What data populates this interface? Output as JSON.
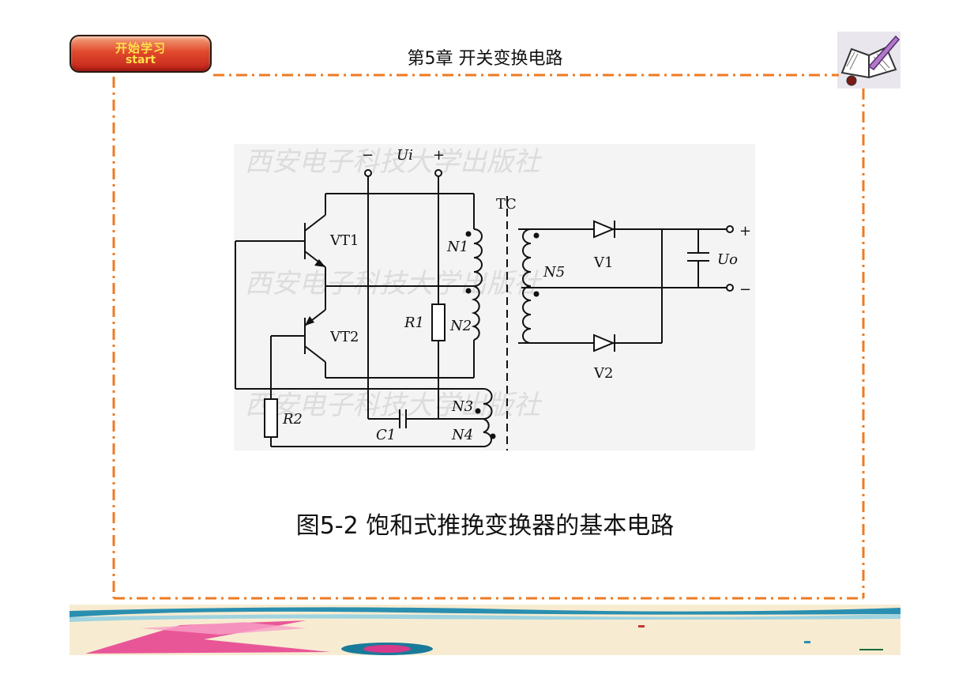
{
  "header": {
    "start_button": {
      "line1": "开始学习",
      "line2": "start"
    },
    "chapter_title": "第5章   开关变换电路",
    "book_icon": "book-quill-icon"
  },
  "diagram": {
    "labels": {
      "minus_in": "−",
      "ui": "Ui",
      "plus_in": "+",
      "tc": "TC",
      "vt1": "VT1",
      "vt2": "VT2",
      "r1": "R1",
      "r2": "R2",
      "c1": "C1",
      "n1": "N1",
      "n2": "N2",
      "n3": "N3",
      "n4": "N4",
      "n5": "N5",
      "v1": "V1",
      "v2": "V2",
      "uo": "Uo",
      "plus_out": "+",
      "minus_out": "−"
    },
    "watermark": "西安电子科技大学出版社"
  },
  "caption": "图5-2  饱和式推挽变换器的基本电路",
  "colors": {
    "frame_dash": "#ee7a22",
    "button_red": "#e1492c",
    "button_text": "#ffe14a"
  }
}
